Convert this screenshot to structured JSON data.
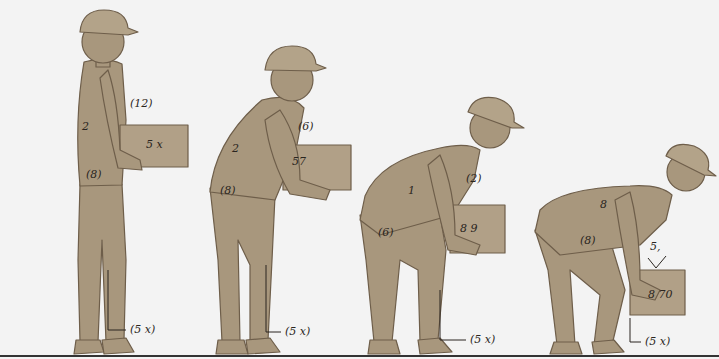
{
  "diagram": {
    "labels": [
      "(12)",
      "2",
      "5 x",
      "(8)",
      "(5 x)",
      "(6)",
      "2",
      "57",
      "(8)",
      "(5 x)",
      "1",
      "(2)",
      "(6)",
      "8 9",
      "(5 x)",
      "8",
      "5,",
      "(8)",
      "8 70",
      "(5 x)"
    ]
  }
}
